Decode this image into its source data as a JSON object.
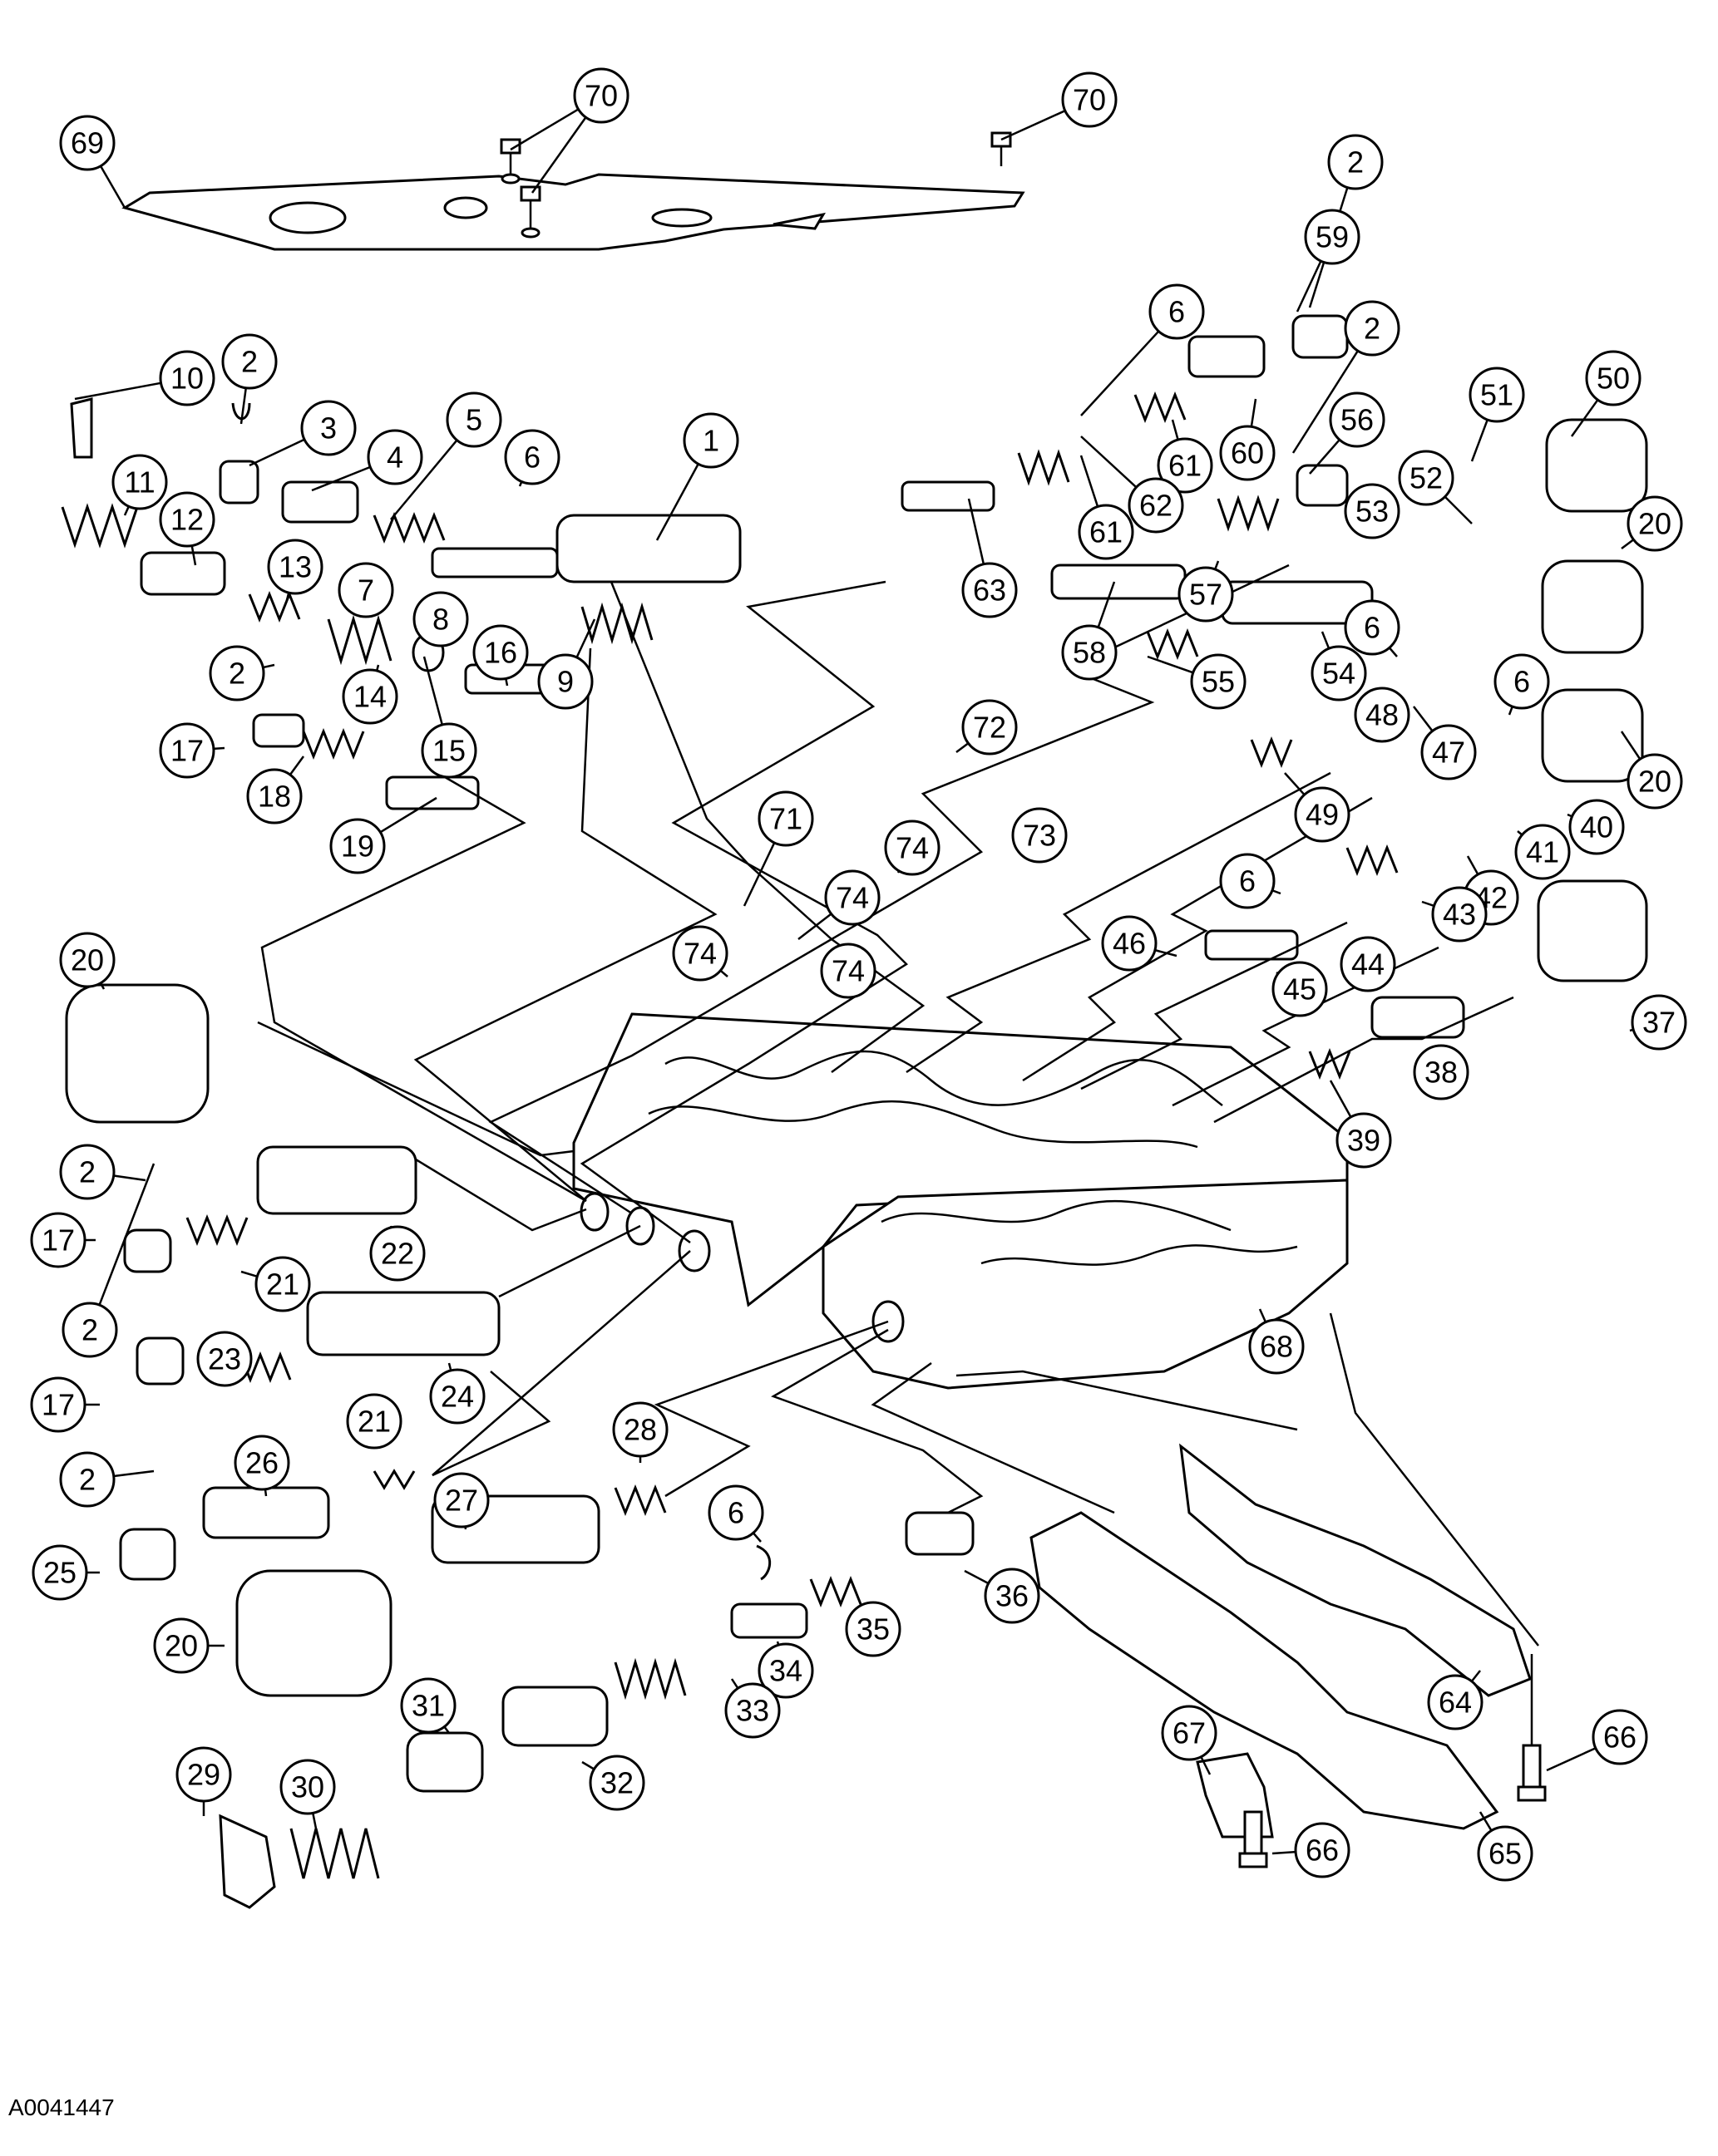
{
  "figure_id": "A0041447",
  "callouts": [
    {
      "n": "69"
    },
    {
      "n": "70"
    },
    {
      "n": "70"
    },
    {
      "n": "2"
    },
    {
      "n": "59"
    },
    {
      "n": "6"
    },
    {
      "n": "2"
    },
    {
      "n": "10"
    },
    {
      "n": "2"
    },
    {
      "n": "3"
    },
    {
      "n": "4"
    },
    {
      "n": "5"
    },
    {
      "n": "6"
    },
    {
      "n": "1"
    },
    {
      "n": "51"
    },
    {
      "n": "50"
    },
    {
      "n": "61"
    },
    {
      "n": "60"
    },
    {
      "n": "56"
    },
    {
      "n": "52"
    },
    {
      "n": "11"
    },
    {
      "n": "12"
    },
    {
      "n": "13"
    },
    {
      "n": "7"
    },
    {
      "n": "8"
    },
    {
      "n": "9"
    },
    {
      "n": "62"
    },
    {
      "n": "61"
    },
    {
      "n": "53"
    },
    {
      "n": "20"
    },
    {
      "n": "63"
    },
    {
      "n": "57"
    },
    {
      "n": "58"
    },
    {
      "n": "55"
    },
    {
      "n": "54"
    },
    {
      "n": "6"
    },
    {
      "n": "2"
    },
    {
      "n": "16"
    },
    {
      "n": "17"
    },
    {
      "n": "14"
    },
    {
      "n": "15"
    },
    {
      "n": "18"
    },
    {
      "n": "19"
    },
    {
      "n": "6"
    },
    {
      "n": "47"
    },
    {
      "n": "48"
    },
    {
      "n": "20"
    },
    {
      "n": "72"
    },
    {
      "n": "71"
    },
    {
      "n": "74"
    },
    {
      "n": "73"
    },
    {
      "n": "74"
    },
    {
      "n": "74"
    },
    {
      "n": "74"
    },
    {
      "n": "49"
    },
    {
      "n": "40"
    },
    {
      "n": "41"
    },
    {
      "n": "42"
    },
    {
      "n": "6"
    },
    {
      "n": "43"
    },
    {
      "n": "46"
    },
    {
      "n": "44"
    },
    {
      "n": "45"
    },
    {
      "n": "20"
    },
    {
      "n": "37"
    },
    {
      "n": "38"
    },
    {
      "n": "39"
    },
    {
      "n": "2"
    },
    {
      "n": "17"
    },
    {
      "n": "22"
    },
    {
      "n": "21"
    },
    {
      "n": "68"
    },
    {
      "n": "2"
    },
    {
      "n": "23"
    },
    {
      "n": "17"
    },
    {
      "n": "24"
    },
    {
      "n": "21"
    },
    {
      "n": "28"
    },
    {
      "n": "2"
    },
    {
      "n": "26"
    },
    {
      "n": "27"
    },
    {
      "n": "6"
    },
    {
      "n": "36"
    },
    {
      "n": "25"
    },
    {
      "n": "35"
    },
    {
      "n": "20"
    },
    {
      "n": "34"
    },
    {
      "n": "33"
    },
    {
      "n": "64"
    },
    {
      "n": "66"
    },
    {
      "n": "31"
    },
    {
      "n": "67"
    },
    {
      "n": "29"
    },
    {
      "n": "30"
    },
    {
      "n": "32"
    },
    {
      "n": "66"
    },
    {
      "n": "65"
    }
  ]
}
